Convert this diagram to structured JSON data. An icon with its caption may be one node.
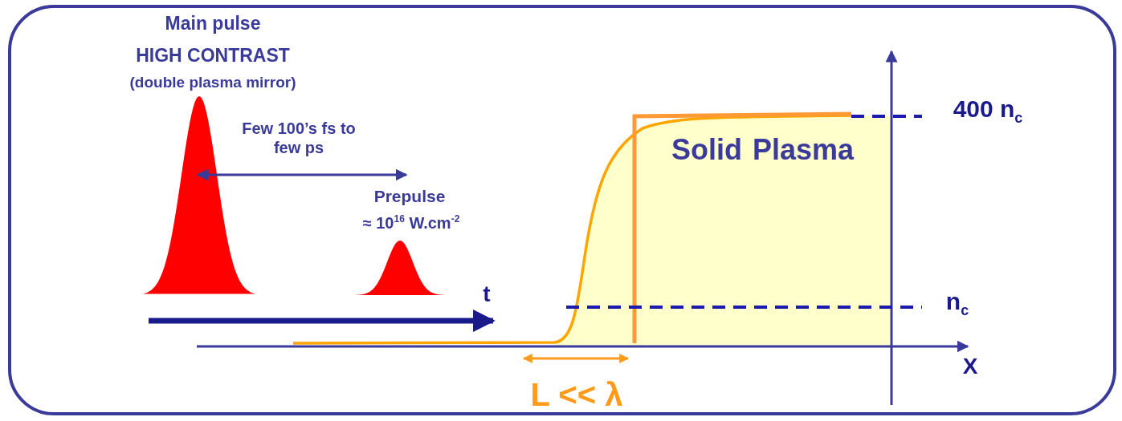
{
  "diagram": {
    "labels": [
      "Main pulse",
      "HIGH CONTRAST",
      "(double plasma mirror)",
      "Few 100’s fs to few ps",
      "Prepulse",
      "≈ 10$^{16}$ W.cm$^{-2}$",
      "t",
      "Solid",
      "Plasma",
      "400 n$_{c}$",
      "n$_{c}$",
      "X",
      "L << λ"
    ]
  }
}
